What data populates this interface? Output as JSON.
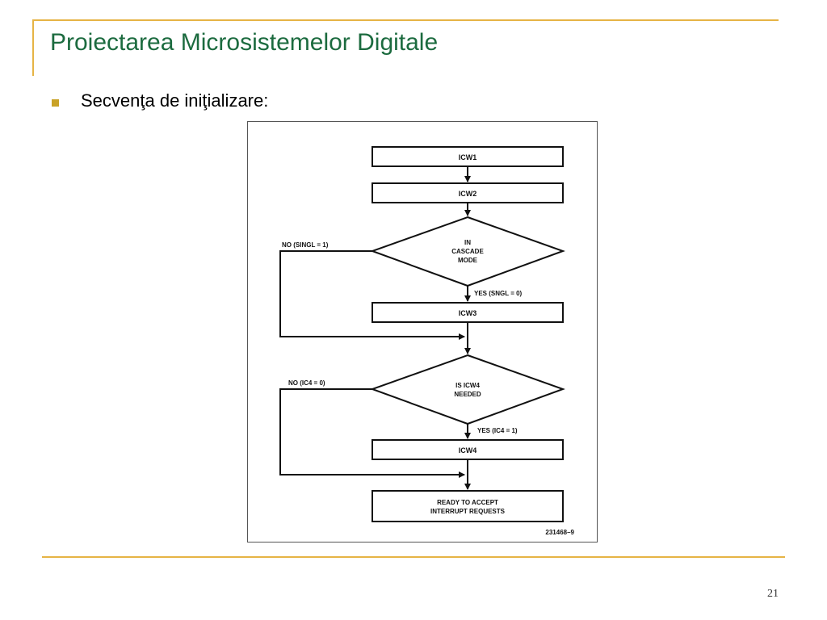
{
  "slide": {
    "title": "Proiectarea Microsistemelor Digitale",
    "bullet": "Secvenţa de iniţializare:",
    "page_number": "21"
  },
  "colors": {
    "title": "#1c6b3f",
    "rules": "#e6b445",
    "bullet": "#c9a227"
  },
  "flowchart": {
    "icw1": "ICW1",
    "icw2": "ICW2",
    "cascade_q": [
      "IN",
      "CASCADE",
      "MODE"
    ],
    "no_single": "NO (SINGL = 1)",
    "yes_single": "YES (SNGL = 0)",
    "icw3": "ICW3",
    "icw4_q": [
      "IS ICW4",
      "NEEDED"
    ],
    "no_ic4": "NO (IC4 = 0)",
    "yes_ic4": "YES (IC4 = 1)",
    "icw4": "ICW4",
    "ready": [
      "READY TO ACCEPT",
      "INTERRUPT REQUESTS"
    ],
    "figure_id": "231468–9"
  }
}
